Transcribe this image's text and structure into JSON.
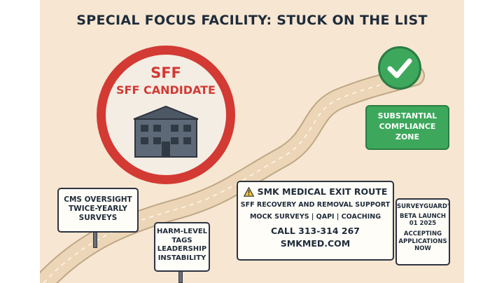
{
  "title": "SPECIAL FOCUS FACILITY: STUCK ON THE LIST",
  "candidate": {
    "line1": "SFF",
    "line2": "SFF CANDIDATE"
  },
  "compliance": {
    "line1": "SUBSTANTIAL",
    "line2": "COMPLIANCE",
    "line3": "ZONE"
  },
  "cms_sign": {
    "line1": "CMS OVERSIGHT",
    "line2": "TWICE-YEARLY",
    "line3": "SURVEYS"
  },
  "harm_sign": {
    "line1": "HARM-LEVEL",
    "line2": "TAGS",
    "line3": "LEADERSHIP",
    "line4": "INSTABILITY"
  },
  "smk_sign": {
    "heading": "SMK MEDICAL EXIT ROUTE",
    "line1": "SFF RECOVERY AND REMOVAL SUPPORT",
    "line2": "MOCK SURVEYS | QAPI | COACHING",
    "phone": "CALL 313-314 267",
    "website": "SMKMED.COM"
  },
  "surveyguard_sign": {
    "line1": "SURVEYGUARD'",
    "line2": "BETA LAUNCH",
    "line3": "01 2025",
    "line4": "ACCEPTING",
    "line5": "APPLICATIONS",
    "line6": "NOW"
  },
  "icons": {
    "check": "checkmark-icon",
    "warning": "warning-icon",
    "building": "building-icon"
  },
  "colors": {
    "background": "#f6e6d2",
    "road": "#e9d2b3",
    "circle_red": "#d23a33",
    "green": "#3da85c",
    "building": "#5d6976",
    "text": "#1f2b3a"
  }
}
